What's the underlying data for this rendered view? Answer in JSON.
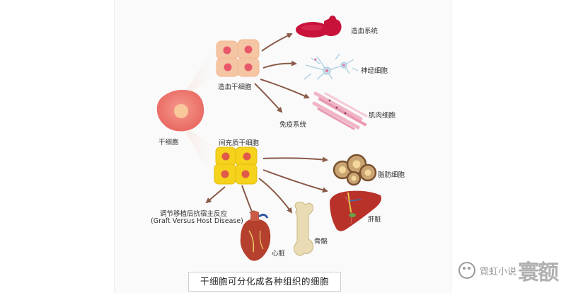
{
  "diagram": {
    "stem_cell": "干细胞",
    "hsc": "造血干细胞",
    "msc": "间充质干细胞",
    "targets_hsc": [
      "造血系统",
      "神经细胞",
      "肌肉细胞",
      "免疫系统"
    ],
    "targets_msc": [
      "脂肪细胞",
      "肝脏",
      "骨骼",
      "心脏"
    ],
    "gvhd_line1": "调节移植后抗宿主反应",
    "gvhd_line2": "(Graft Versus Host Disease)",
    "caption": "干细胞可分化成各种组织的细胞"
  },
  "watermark": {
    "text": "霓虹小说",
    "brand": "寰额"
  },
  "colors": {
    "arrow": "#8a5a48",
    "hsc_cell": "#f5c6a4",
    "hsc_nucleus": "#e8586a",
    "msc_cell": "#f5d21c",
    "msc_nucleus": "#e05a4a",
    "stem_cell": "#f07a72",
    "stem_nucleus": "#f8c79a",
    "blood": "#c8123a"
  }
}
